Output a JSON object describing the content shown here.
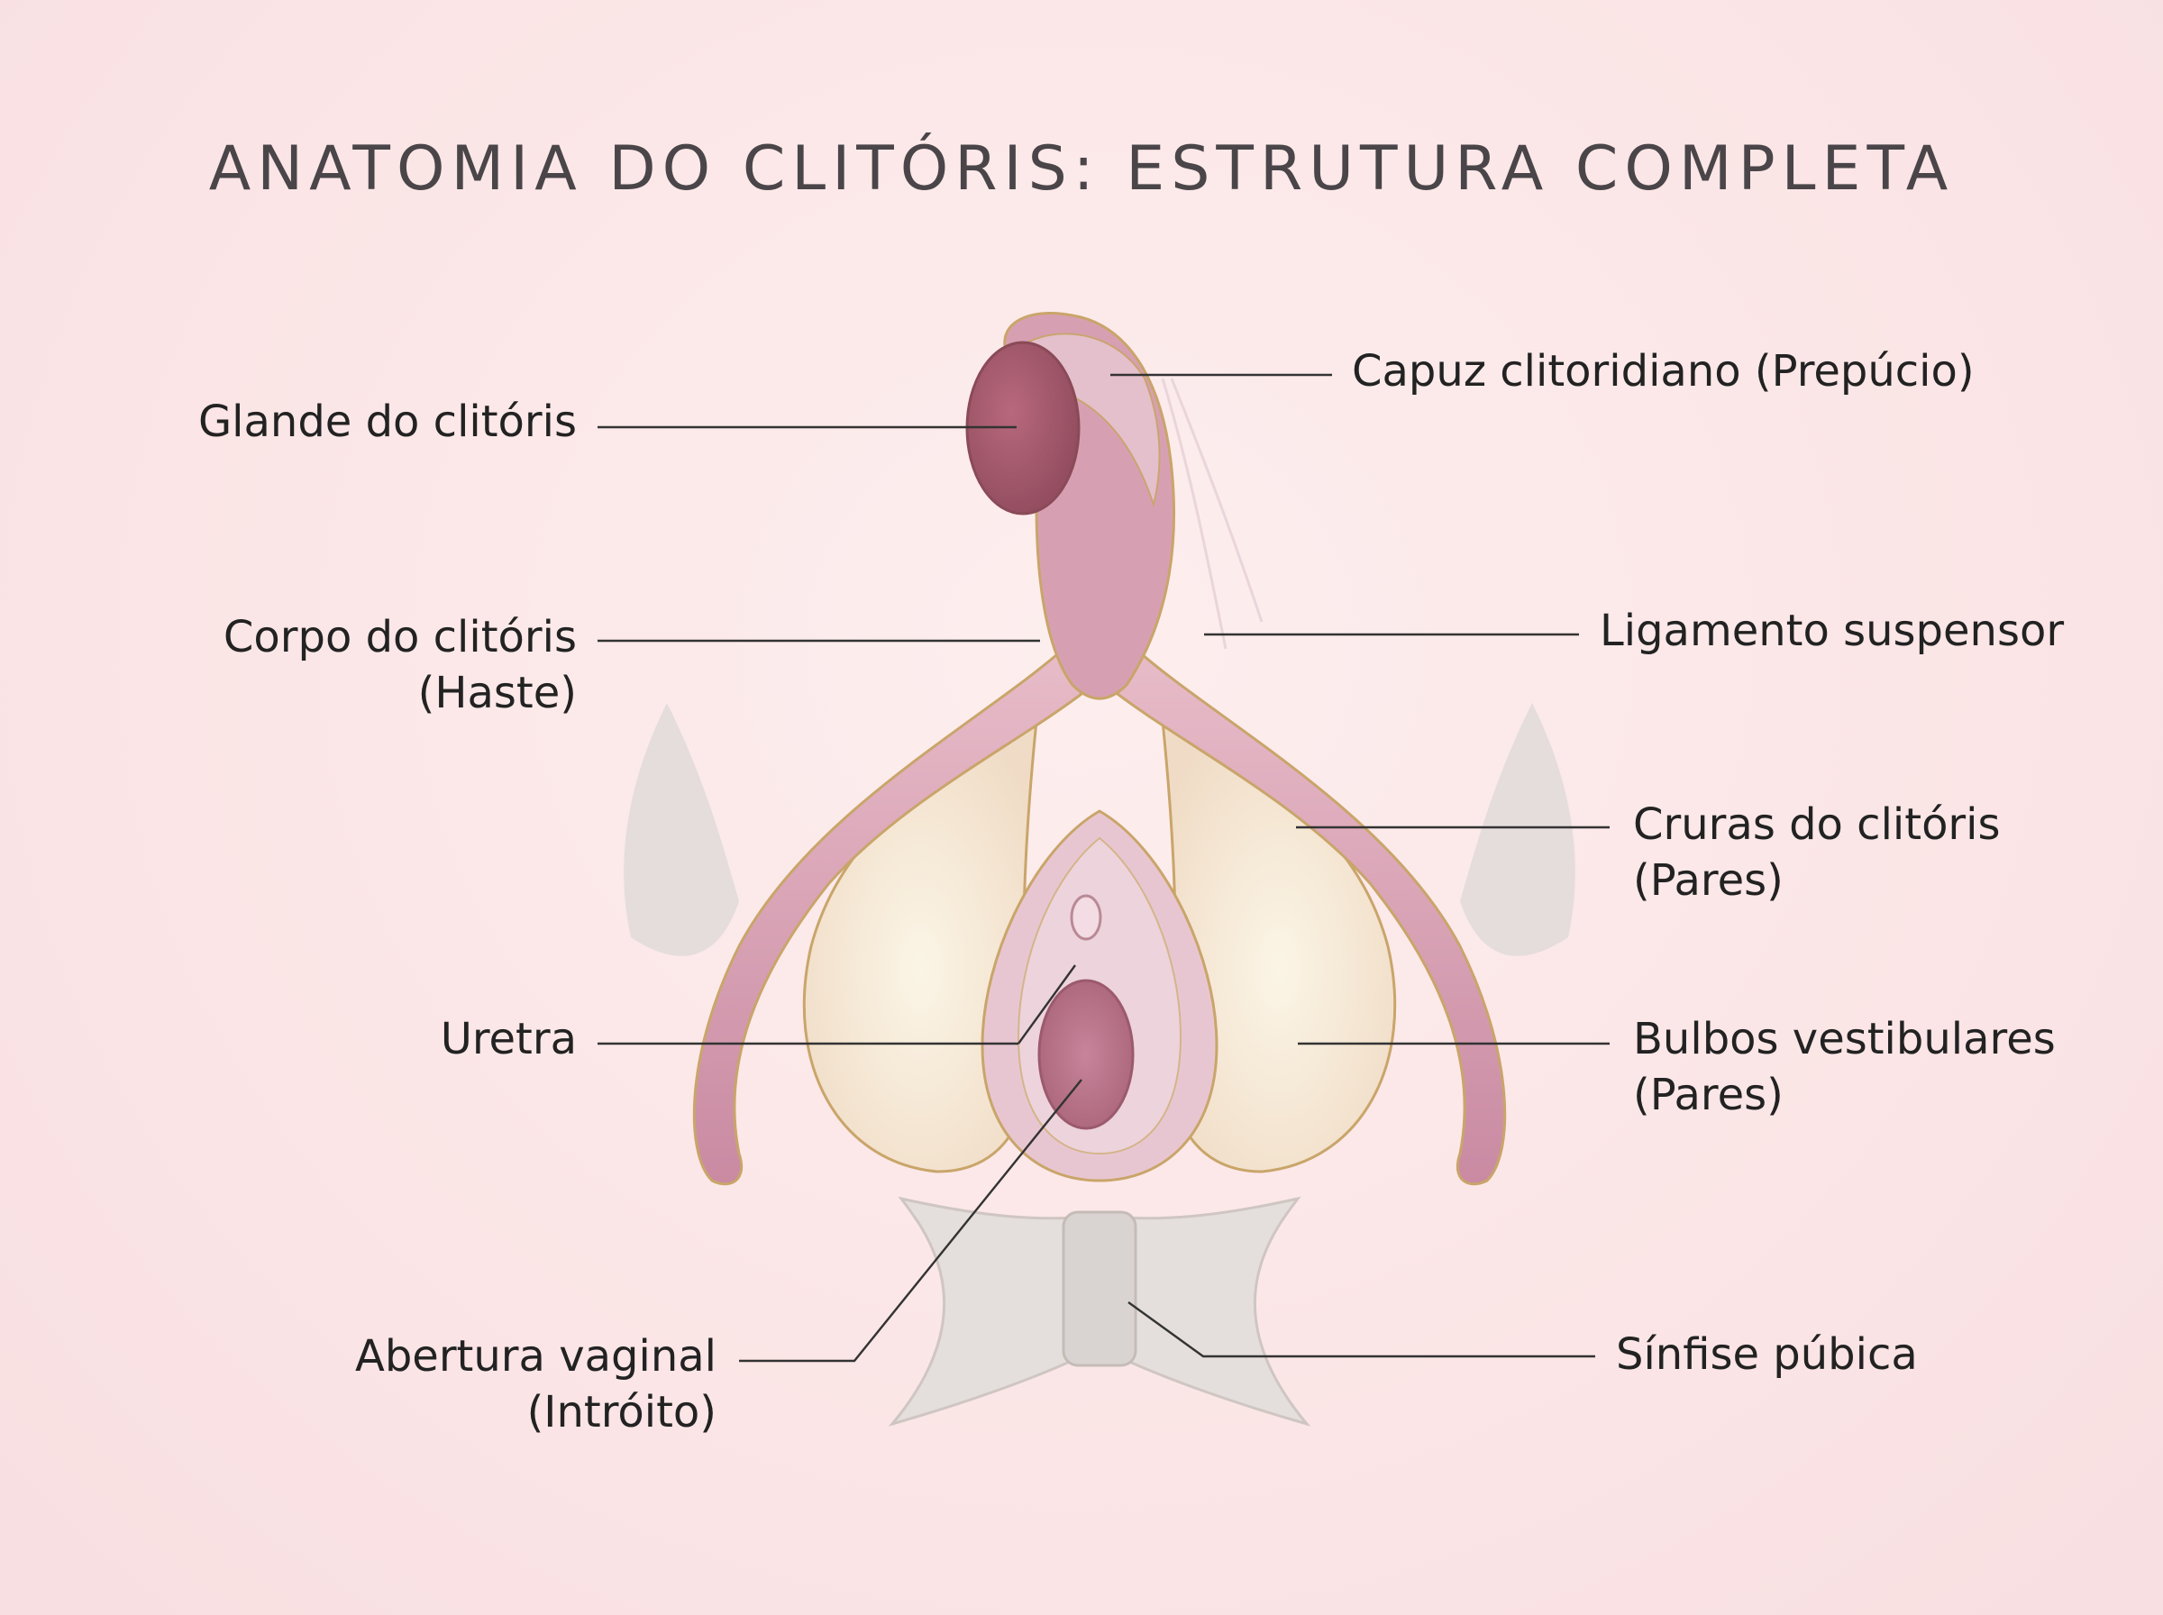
{
  "title": "ANATOMIA DO CLITÓRIS: ESTRUTURA COMPLETA",
  "labels": {
    "glande": {
      "line1": "Glande do clitóris"
    },
    "capuz": {
      "line1": "Capuz clitoridiano (Prepúcio)"
    },
    "corpo": {
      "line1": "Corpo do clitóris",
      "line2": "(Haste)"
    },
    "ligamento": {
      "line1": "Ligamento suspensor"
    },
    "cruras": {
      "line1": "Cruras do clitóris",
      "line2": "(Pares)"
    },
    "uretra": {
      "line1": "Uretra"
    },
    "bulbos": {
      "line1": "Bulbos vestibulares",
      "line2": "(Pares)"
    },
    "abertura": {
      "line1": "Abertura vaginal",
      "line2": "(Intróito)"
    },
    "sinfise": {
      "line1": "Sínfise púbica"
    }
  },
  "colors": {
    "background": "#fbe7e7",
    "tissue": "#d9a3b5",
    "glans": "#a2576a",
    "bulb": "#f7ecd6",
    "outline": "#c9a56a",
    "bone": "#e3dedc",
    "leader": "#333333"
  }
}
